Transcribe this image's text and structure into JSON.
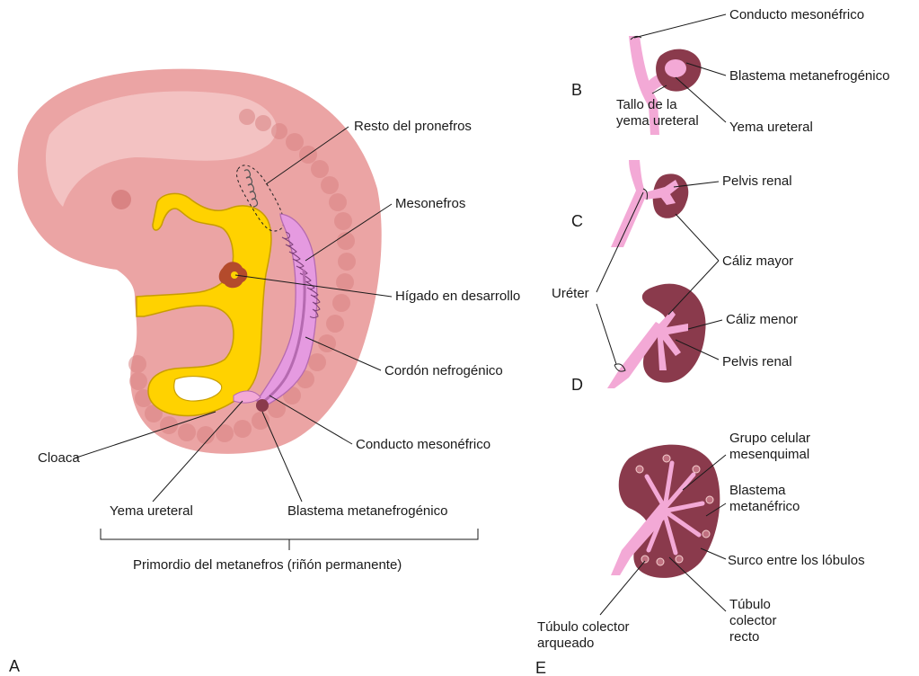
{
  "colors": {
    "embryo_body": "#eba4a4",
    "embryo_dark": "#d98383",
    "embryo_highlight": "#f6cfcf",
    "gut_yellow": "#ffd200",
    "gut_outline": "#c89d00",
    "mesonephros": "#e59ae0",
    "mesonephros_dark": "#b56ab0",
    "kidney_maroon": "#8a3a4c",
    "kidney_light": "#c07080",
    "ureter_pink": "#f3a9d6",
    "liver": "#b44b2c",
    "leader": "#1a1a1a"
  },
  "panels": {
    "a": "A",
    "b": "B",
    "c": "C",
    "d": "D",
    "e": "E"
  },
  "labels": {
    "resto_pronefros": "Resto del pronefros",
    "mesonefros": "Mesonefros",
    "higado": "Hígado en desarrollo",
    "cordon": "Cordón nefrogénico",
    "conducto_meso_a": "Conducto mesonéfrico",
    "cloaca": "Cloaca",
    "yema_a": "Yema ureteral",
    "blastema_a": "Blastema metanefrogénico",
    "primordio": "Primordio del metanefros (riñón permanente)",
    "conducto_meso_b": "Conducto mesonéfrico",
    "blastema_b": "Blastema metanefrogénico",
    "tallo_1": "Tallo de la",
    "tallo_2": "yema ureteral",
    "yema_b": "Yema ureteral",
    "pelvis_c": "Pelvis renal",
    "caliz_mayor": "Cáliz mayor",
    "ureter": "Uréter",
    "caliz_menor": "Cáliz menor",
    "pelvis_d": "Pelvis renal",
    "grupo_1": "Grupo celular",
    "grupo_2": "mesenquimal",
    "blastema_e1": "Blastema",
    "blastema_e2": "metanéfrico",
    "surco": "Surco entre los lóbulos",
    "tubulo_recto_1": "Túbulo",
    "tubulo_recto_2": "colector",
    "tubulo_recto_3": "recto",
    "tubulo_arq_1": "Túbulo colector",
    "tubulo_arq_2": "arqueado"
  }
}
